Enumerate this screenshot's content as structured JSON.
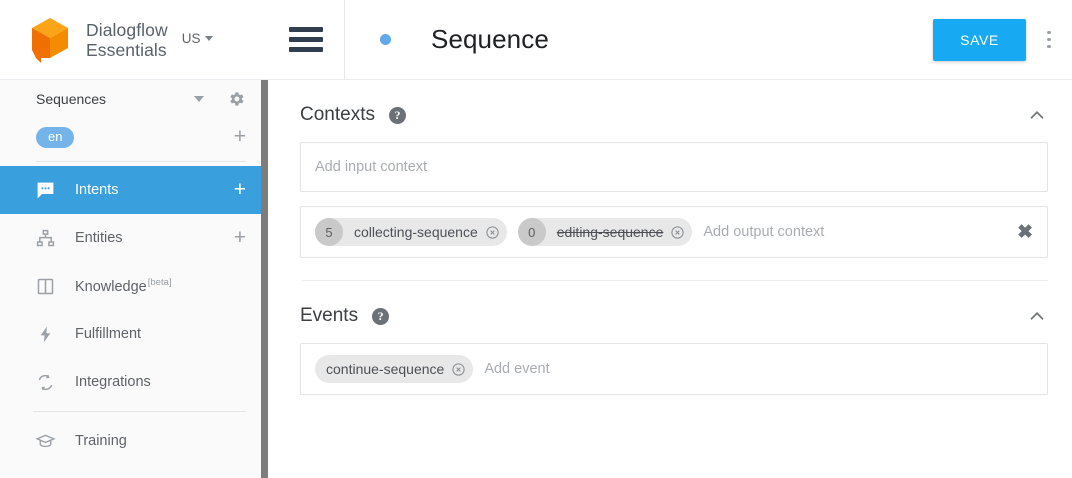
{
  "brand": {
    "logo_icon": "dialogflow-cube-logo",
    "name_line1": "Dialogflow",
    "name_line2": "Essentials",
    "region_label": "US",
    "region_caret_icon": "caret-down-icon",
    "logo_color_light": "#FBA417",
    "logo_color_mid": "#F58B00",
    "logo_color_dark": "#EF7000"
  },
  "sidebar": {
    "agent": {
      "name": "Sequences",
      "caret_icon": "caret-down-icon",
      "settings_icon": "gear-icon"
    },
    "language": {
      "chip": "en",
      "chip_color": "#74B4E8",
      "add_icon": "plus-icon"
    },
    "nav": [
      {
        "label": "Intents",
        "icon": "speech-bubble-icon",
        "active": true,
        "add_icon": "plus-icon",
        "key": "intents"
      },
      {
        "label": "Entities",
        "icon": "hierarchy-icon",
        "active": false,
        "add_icon": "plus-icon",
        "key": "entities"
      },
      {
        "label": "Knowledge",
        "badge": "[beta]",
        "icon": "book-icon",
        "active": false,
        "key": "knowledge"
      },
      {
        "label": "Fulfillment",
        "icon": "lightning-bolt-icon",
        "active": false,
        "key": "fulfillment"
      },
      {
        "label": "Integrations",
        "icon": "sync-arrows-icon",
        "active": false,
        "key": "integrations"
      },
      {
        "label": "Training",
        "icon": "graduation-cap-icon",
        "active": false,
        "key": "training"
      }
    ],
    "active_color": "#39A0DD",
    "scrollbar_color": "#7D7D7D"
  },
  "topbar": {
    "menu_icon": "hamburger-menu-icon",
    "status_dot_color": "#61A9E8",
    "title": "Sequence",
    "save_label": "SAVE",
    "save_color": "#17A9F1",
    "more_icon": "kebab-menu-icon"
  },
  "contexts": {
    "title": "Contexts",
    "help_icon": "help-circle-icon",
    "collapse_icon": "chevron-up-icon",
    "input_placeholder": "Add input context",
    "output_placeholder": "Add output context",
    "clear_icon": "clear-x-icon",
    "output_chips": [
      {
        "lifespan": "5",
        "name": "collecting-sequence",
        "struck": false,
        "remove_icon": "remove-circle-icon"
      },
      {
        "lifespan": "0",
        "name": "editing-sequence",
        "struck": true,
        "remove_icon": "remove-circle-icon"
      }
    ]
  },
  "events": {
    "title": "Events",
    "help_icon": "help-circle-icon",
    "collapse_icon": "chevron-up-icon",
    "placeholder": "Add event",
    "chips": [
      {
        "name": "continue-sequence",
        "remove_icon": "remove-circle-icon"
      }
    ]
  }
}
